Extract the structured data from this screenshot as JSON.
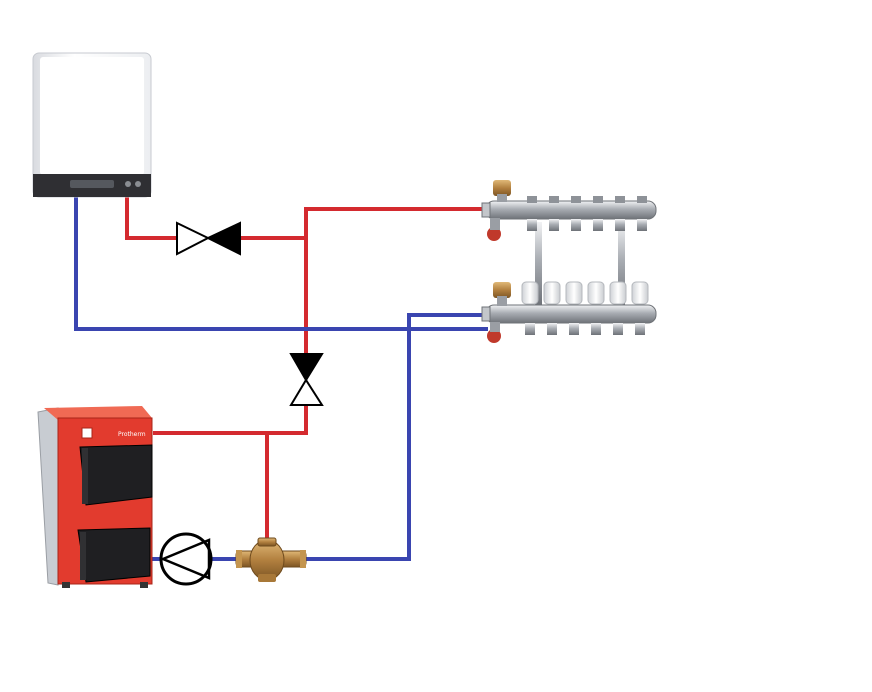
{
  "colors": {
    "supply": "#d42a2f",
    "return": "#3a45b0",
    "valve": "#000000",
    "gas_boiler_body": "#f4f5f7",
    "gas_boiler_panel": "#2f2f33",
    "solid_boiler_body": "#e23b2e",
    "solid_boiler_side": "#c8ccd2",
    "manifold_metal": "#b9bcc1",
    "brass": "#b98a4a"
  },
  "components": {
    "gas_boiler": {
      "icon": "wall-gas-boiler-icon"
    },
    "solid_fuel_boiler": {
      "icon": "solid-fuel-boiler-icon"
    },
    "manifold": {
      "icon": "floor-heating-manifold-icon",
      "supply_outlets": 6,
      "return_outlets": 6
    },
    "check_valve_top": {
      "icon": "check-valve-icon"
    },
    "check_valve_middle": {
      "icon": "check-valve-icon"
    },
    "pump": {
      "icon": "circulation-pump-icon"
    },
    "three_way_valve": {
      "icon": "three-way-mixing-valve-icon"
    }
  },
  "brand_text": {
    "solid_boiler_logo": "Protherm"
  }
}
